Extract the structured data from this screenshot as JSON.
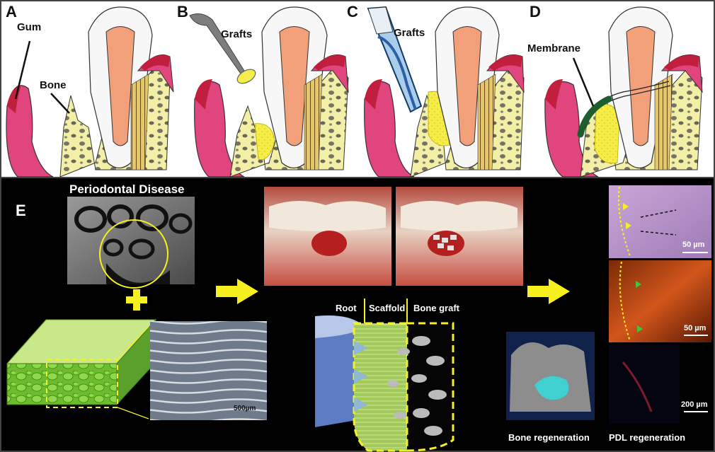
{
  "panels": {
    "a": {
      "letter": "A",
      "gum": "Gum",
      "bone": "Bone"
    },
    "b": {
      "letter": "B",
      "grafts": "Grafts"
    },
    "c": {
      "letter": "C",
      "grafts": "Grafts"
    },
    "d": {
      "letter": "D",
      "membrane": "Membrane"
    },
    "e": {
      "letter": "E",
      "disease_title": "Periodontal Disease",
      "sem_scale": "500µm",
      "schematic_labels": [
        "Root",
        "Scaffold",
        "Bone graft"
      ],
      "bone_regen": "Bone regeneration",
      "pdl_regen": "PDL regeneration",
      "scale_50a": "50 µm",
      "scale_50b": "50 µm",
      "scale_200": "200 µm"
    }
  },
  "colors": {
    "gum": "#e0457e",
    "gum_dark": "#c21e3e",
    "bone": "#f3efa6",
    "enamel": "#f7f7f7",
    "dentin": "#f2a07a",
    "graft": "#f5ee4a",
    "membrane": "#1d5e2c",
    "arrow": "#f5f01e",
    "scaffold": "#9fcc55",
    "root_blue": "#5e7cc4"
  },
  "icons": {
    "arrow": "right-arrow-icon",
    "plus": "plus-icon"
  }
}
